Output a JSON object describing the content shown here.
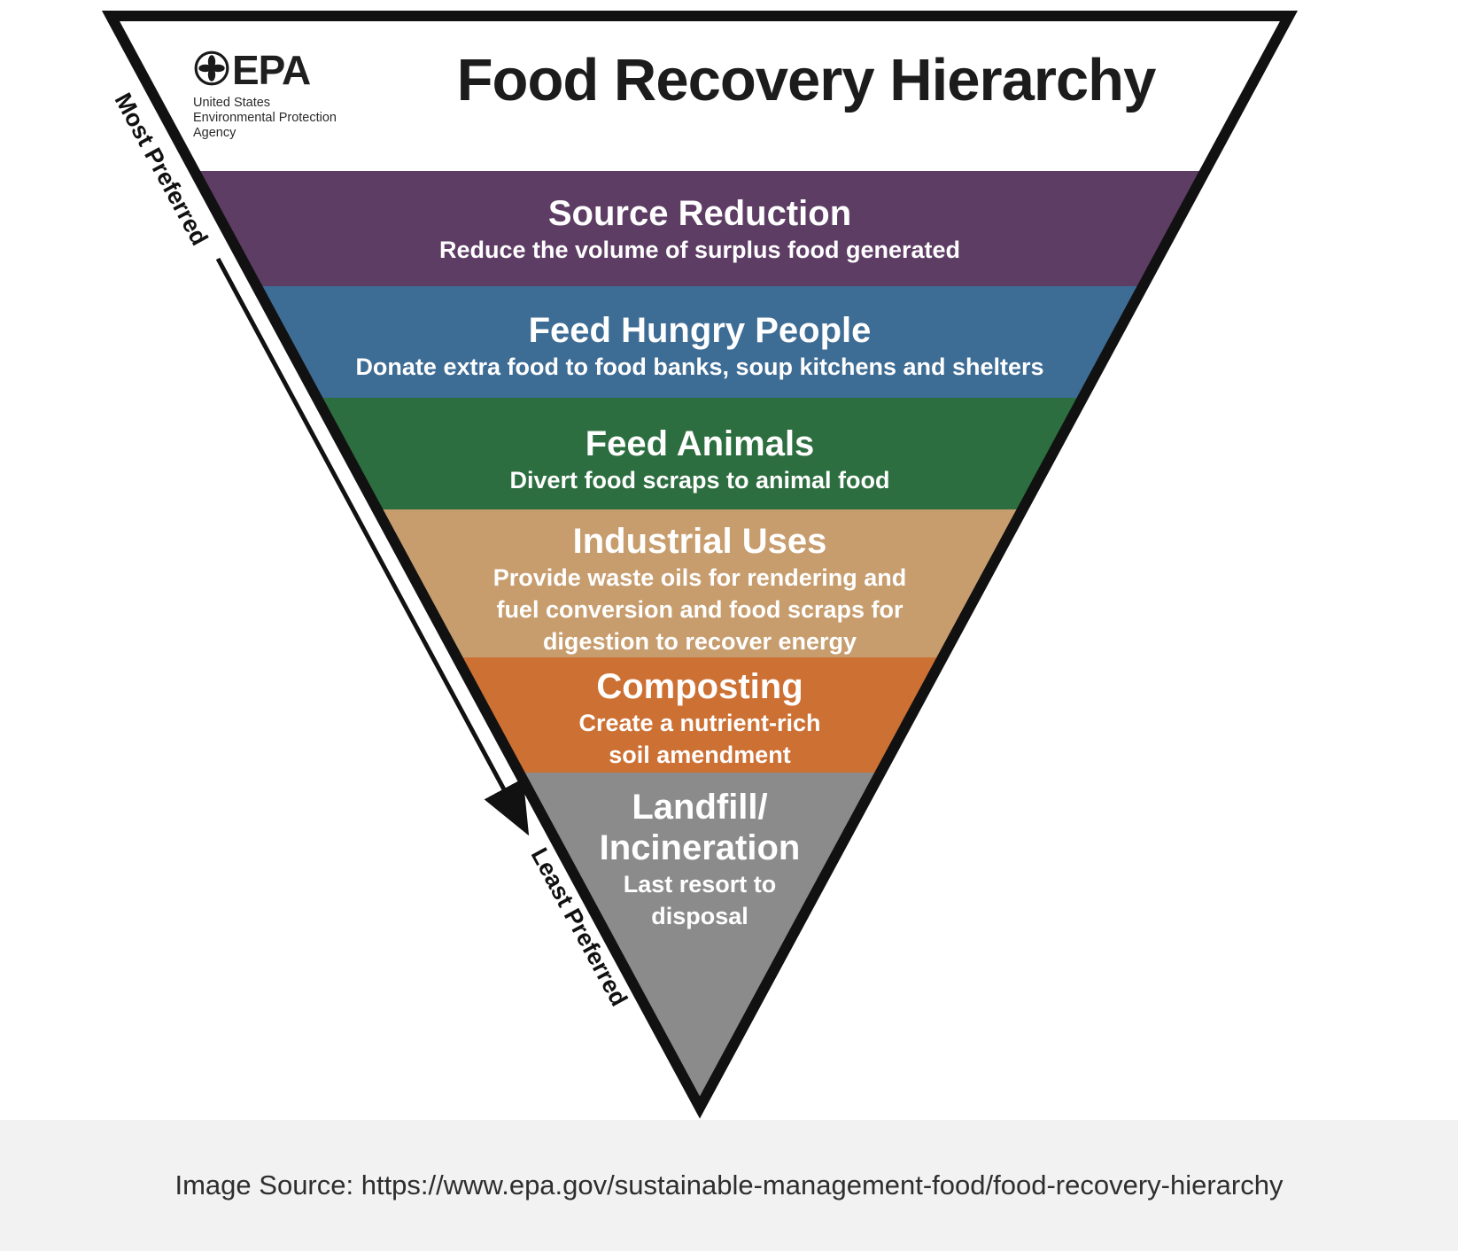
{
  "page": {
    "title": "Food Recovery Hierarchy",
    "source_text": "Image Source: https://www.epa.gov/sustainable-management-food/food-recovery-hierarchy"
  },
  "logo": {
    "acronym": "EPA",
    "org_lines": "United States\nEnvironmental Protection\nAgency"
  },
  "axis": {
    "top_label": "Most Preferred",
    "bottom_label": "Least Preferred"
  },
  "tiers": [
    {
      "name": "Source Reduction",
      "description": "Reduce the volume of surplus food generated",
      "color": "#5e3d64"
    },
    {
      "name": "Feed Hungry People",
      "description": "Donate extra food to food banks, soup kitchens and shelters",
      "color": "#3d6c94"
    },
    {
      "name": "Feed Animals",
      "description": "Divert food scraps to animal food",
      "color": "#2c6e3f"
    },
    {
      "name": "Industrial Uses",
      "description": "Provide waste oils for rendering and\nfuel conversion and food scraps for\ndigestion to recover energy",
      "color": "#c79d6e"
    },
    {
      "name": "Composting",
      "description": "Create a nutrient-rich\nsoil amendment",
      "color": "#cd7033"
    },
    {
      "name": "Landfill/\nIncineration",
      "description": "Last resort to\ndisposal",
      "color": "#8b8b8b"
    }
  ]
}
